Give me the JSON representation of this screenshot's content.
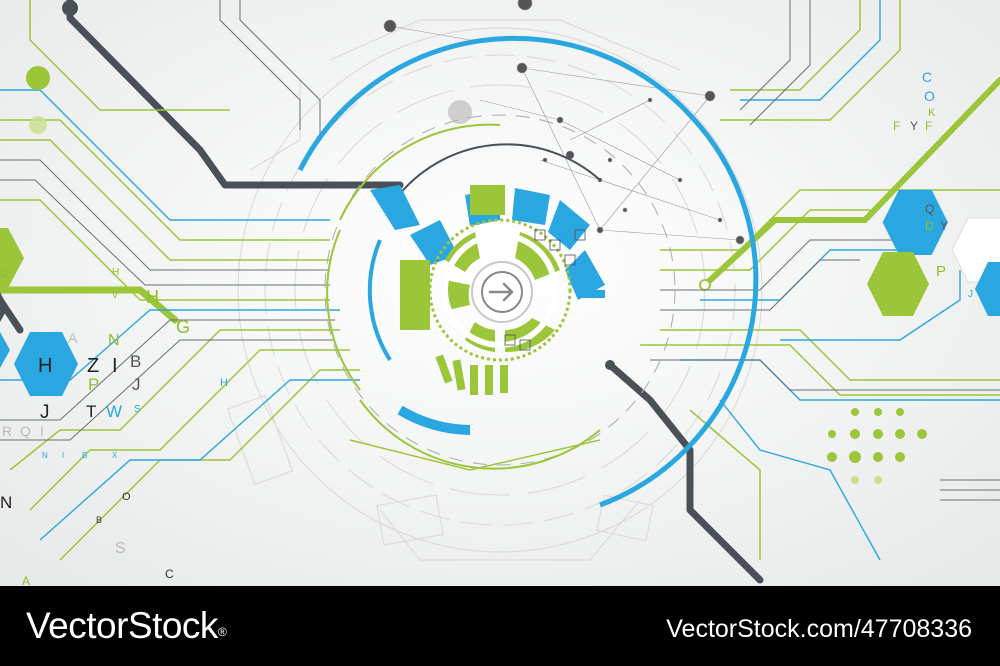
{
  "footer": {
    "brand": "VectorStock",
    "brand_mark": "®",
    "image_id": "VectorStock.com/47708336"
  },
  "letters": [
    {
      "t": "C",
      "c": "#2aa7e0",
      "s": 14
    },
    {
      "t": "O",
      "c": "#2aa7e0",
      "s": 14
    },
    {
      "t": "K",
      "c": "#8fbf2a",
      "s": 11
    },
    {
      "t": "F",
      "c": "#8fbf2a",
      "s": 12
    },
    {
      "t": "Y",
      "c": "#555",
      "s": 12
    },
    {
      "t": "F",
      "c": "#8fbf2a",
      "s": 12
    },
    {
      "t": "Q",
      "c": "#555",
      "s": 12
    },
    {
      "t": "D",
      "c": "#8fbf2a",
      "s": 12
    },
    {
      "t": "Y",
      "c": "#555",
      "s": 12
    },
    {
      "t": "P",
      "c": "#8fbf2a",
      "s": 15
    },
    {
      "t": "J",
      "c": "#2aa7e0",
      "s": 10
    },
    {
      "t": "Q",
      "c": "#8fbf2a",
      "s": 12
    },
    {
      "t": "H",
      "c": "#8fbf2a",
      "s": 10
    },
    {
      "t": "V",
      "c": "#8fbf2a",
      "s": 9
    },
    {
      "t": "H",
      "c": "#8fbf2a",
      "s": 18
    },
    {
      "t": "G",
      "c": "#8fbf2a",
      "s": 18
    },
    {
      "t": "A",
      "c": "#bbb",
      "s": 14
    },
    {
      "t": "N",
      "c": "#8fbf2a",
      "s": 16
    },
    {
      "t": "H",
      "c": "#222",
      "s": 20
    },
    {
      "t": "J",
      "c": "#2aa7e0",
      "s": 20
    },
    {
      "t": "Z",
      "c": "#222",
      "s": 20
    },
    {
      "t": "I",
      "c": "#222",
      "s": 20
    },
    {
      "t": "B",
      "c": "#555",
      "s": 17
    },
    {
      "t": "J",
      "c": "#555",
      "s": 17
    },
    {
      "t": "P",
      "c": "#8fbf2a",
      "s": 17
    },
    {
      "t": "H",
      "c": "#2aa7e0",
      "s": 11
    },
    {
      "t": "J",
      "c": "#222",
      "s": 19
    },
    {
      "t": "T",
      "c": "#222",
      "s": 17
    },
    {
      "t": "W",
      "c": "#2aa7e0",
      "s": 17
    },
    {
      "t": "S",
      "c": "#2aa7e0",
      "s": 10
    },
    {
      "t": "R",
      "c": "#bbb",
      "s": 14
    },
    {
      "t": "Q",
      "c": "#bbb",
      "s": 14
    },
    {
      "t": "I",
      "c": "#bbb",
      "s": 14
    },
    {
      "t": "N",
      "c": "#2aa7e0",
      "s": 8
    },
    {
      "t": "I",
      "c": "#2aa7e0",
      "s": 8
    },
    {
      "t": "B",
      "c": "#2aa7e0",
      "s": 8
    },
    {
      "t": "X",
      "c": "#2aa7e0",
      "s": 8
    },
    {
      "t": "N",
      "c": "#222",
      "s": 17
    },
    {
      "t": "O",
      "c": "#333",
      "s": 11
    },
    {
      "t": "B",
      "c": "#333",
      "s": 9
    },
    {
      "t": "C",
      "c": "#333",
      "s": 12
    },
    {
      "t": "S",
      "c": "#bbb",
      "s": 16
    },
    {
      "t": "A",
      "c": "#8fbf2a",
      "s": 12
    }
  ]
}
